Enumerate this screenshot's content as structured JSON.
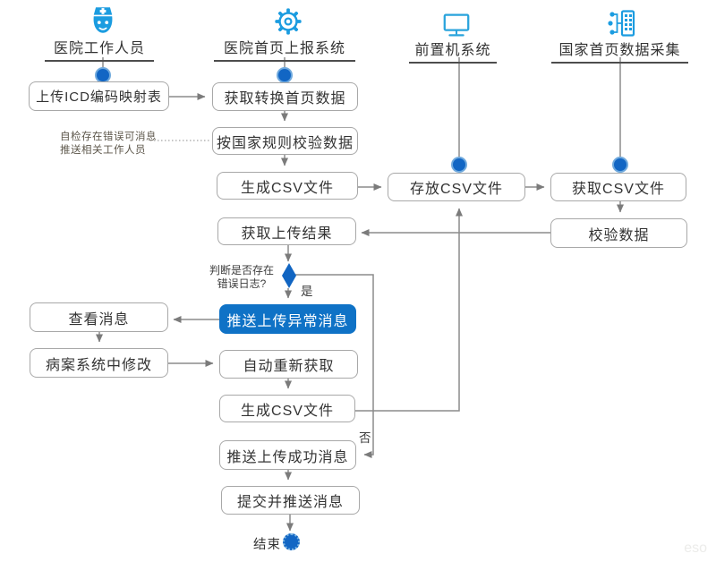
{
  "lanes": [
    {
      "title": "医院工作人员",
      "icon": "nurse-icon"
    },
    {
      "title": "医院首页上报系统",
      "icon": "gear-icon"
    },
    {
      "title": "前置机系统",
      "icon": "monitor-icon"
    },
    {
      "title": "国家首页数据采集",
      "icon": "data-collection-icon"
    }
  ],
  "nodes": {
    "upload_icd": "上传ICD编码映射表",
    "fetch_convert": "获取转换首页数据",
    "validate_national": "按国家规则校验数据",
    "gen_csv_1": "生成CSV文件",
    "store_csv": "存放CSV文件",
    "fetch_csv": "获取CSV文件",
    "verify_data": "校验数据",
    "fetch_result": "获取上传结果",
    "push_error": "推送上传异常消息",
    "view_msg": "查看消息",
    "fix_in_system": "病案系统中修改",
    "auto_refetch": "自动重新获取",
    "gen_csv_2": "生成CSV文件",
    "push_success": "推送上传成功消息",
    "submit_push": "提交并推送消息"
  },
  "labels": {
    "decision_line1": "判断是否存在",
    "decision_line2": "错误日志?",
    "yes": "是",
    "no": "否",
    "end": "结束",
    "note_line1": "自检存在错误可消息",
    "note_line2": "推送相关工作人员",
    "watermark": "eso"
  },
  "colors": {
    "icon_accent": "#1b9ce0",
    "event_dot": "#1266c4",
    "highlight_box": "#0f72c6",
    "diamond": "#1165c2",
    "connector": "#8c8c8c",
    "box_border": "#a8a8a8"
  }
}
